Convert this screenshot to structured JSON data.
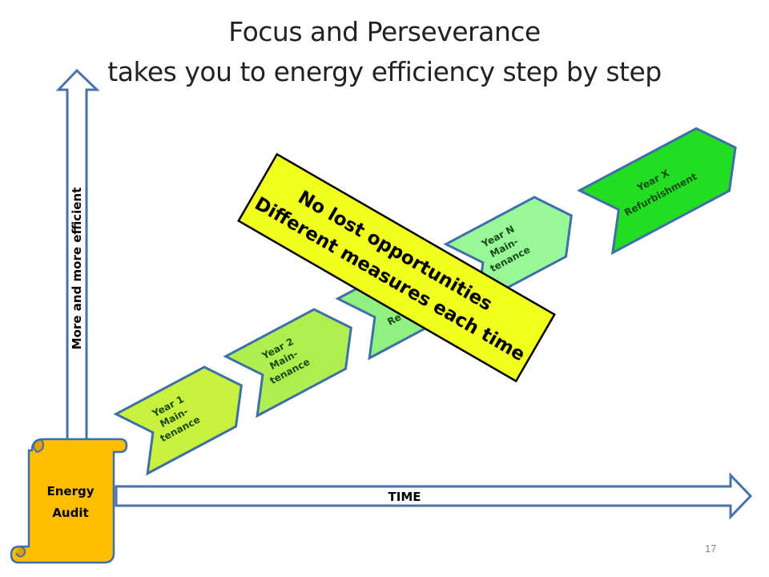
{
  "title": {
    "line1": "Focus and Perseverance",
    "line2": "takes you to energy efficiency step by step"
  },
  "steps": [
    {
      "line1": "Year  1",
      "line2": "Main-",
      "line3": "tenance",
      "color": "#c8f03c"
    },
    {
      "line1": "Year  2",
      "line2": "Main-",
      "line3": "tenance",
      "color": "#b0ee50"
    },
    {
      "line1": "",
      "line2": "Re",
      "line3": "",
      "color": "#90f080"
    },
    {
      "line1": "Year  N",
      "line2": "Main-",
      "line3": "tenance",
      "color": "#98f898"
    },
    {
      "line1": "Year X",
      "line2": "Refurbishment",
      "line3": "",
      "color": "#22dd22"
    }
  ],
  "banner": {
    "line1": "No lost opportunities",
    "line2": "Different measures each time",
    "color": "#f0ff1e"
  },
  "axes": {
    "y_label": "More and more efficient",
    "x_label": "TIME"
  },
  "audit": {
    "line1": "Energy",
    "line2": "Audit",
    "color": "#ffbf00"
  },
  "page_number": "17"
}
